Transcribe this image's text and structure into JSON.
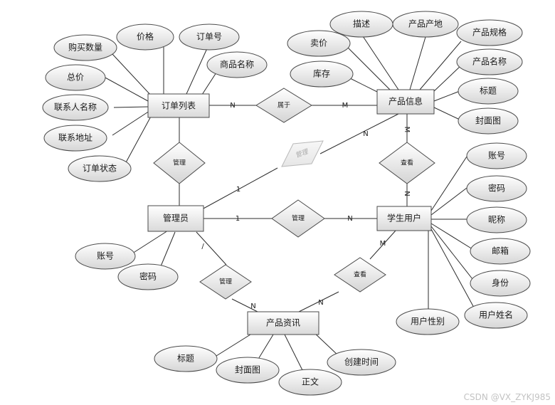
{
  "entities": {
    "order_list": "订单列表",
    "product_info": "产品信息",
    "admin": "管理员",
    "student_user": "学生用户",
    "product_news": "产品资讯"
  },
  "relationships": {
    "belongs": "属于",
    "manage_left": "管理",
    "manage_ghost": "管理",
    "view_right": "查看",
    "manage_mid": "管理",
    "manage_bottom": "管理",
    "view_bottom": "查看"
  },
  "attributes": {
    "order_list": [
      "购买数量",
      "价格",
      "订单号",
      "商品名称",
      "总价",
      "联系人名称",
      "联系地址",
      "订单状态"
    ],
    "product_info": [
      "描述",
      "产品产地",
      "产品规格",
      "卖价",
      "产品名称",
      "库存",
      "标题",
      "封面图"
    ],
    "admin": [
      "账号",
      "密码"
    ],
    "student_user": [
      "账号",
      "密码",
      "昵称",
      "邮箱",
      "身份",
      "用户姓名",
      "用户性别"
    ],
    "product_news": [
      "标题",
      "封面图",
      "正文",
      "创建时间"
    ]
  },
  "cardinality": {
    "order_belongs": "N",
    "product_belongs": "M",
    "ghost_admin": "1",
    "ghost_product": "N",
    "product_view": "M",
    "student_view": "N",
    "admin_mid": "1",
    "student_mid": "N",
    "admin_bottom": "/",
    "news_manage": "N",
    "student_bottom": "M",
    "news_view": "N"
  },
  "watermark": "CSDN @VX_ZYKJ985"
}
